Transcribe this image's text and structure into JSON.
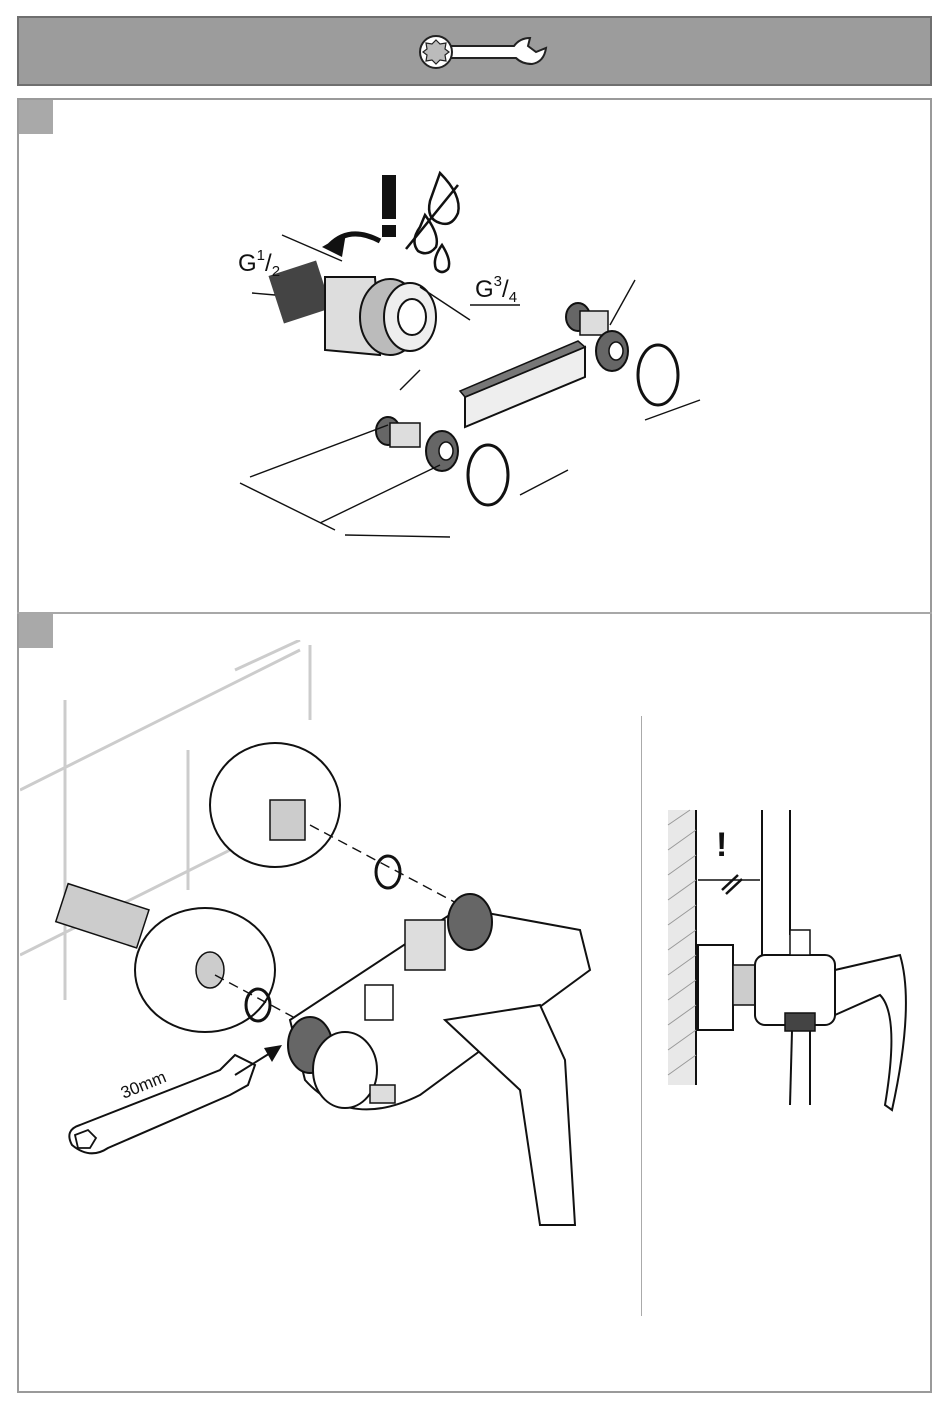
{
  "labels": {
    "g_half": {
      "main": "G",
      "num": "1",
      "den": "2"
    },
    "g_three_quarter": {
      "main": "G",
      "num": "3",
      "den": "4"
    },
    "wrench_size": "30mm",
    "warning_mark": "!"
  },
  "icons": {
    "header": "wrench-tool-icon",
    "warning": "exclamation-no-water-icon"
  },
  "colors": {
    "header_bg": "#9c9c9c",
    "step_marker": "#a9a9a9",
    "frame": "#9a9a9a"
  }
}
